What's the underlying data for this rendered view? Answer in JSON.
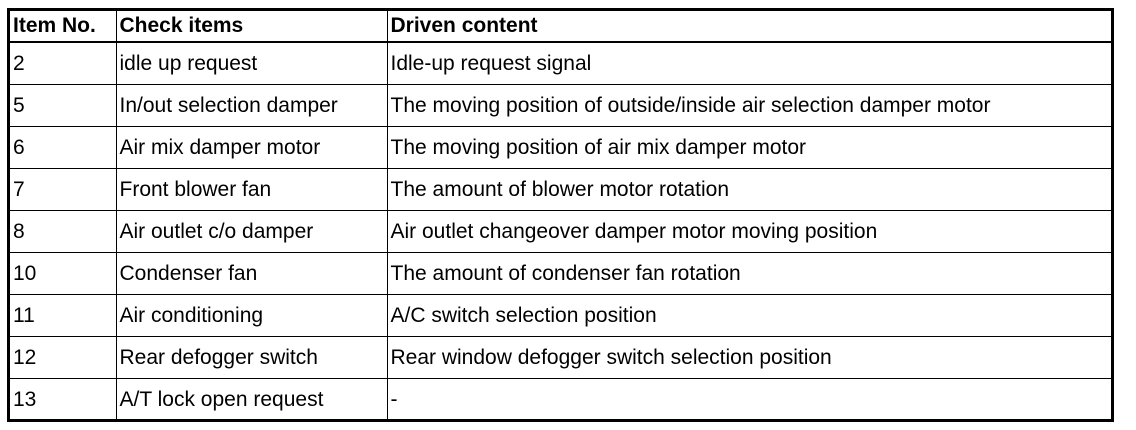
{
  "table": {
    "headers": [
      "Item No.",
      "Check items",
      "Driven content"
    ],
    "rows": [
      [
        "2",
        "idle up request",
        "Idle-up request signal"
      ],
      [
        "5",
        "In/out selection damper",
        "The moving position of outside/inside air selection damper motor"
      ],
      [
        "6",
        "Air mix damper motor",
        "The moving position of air mix damper motor"
      ],
      [
        "7",
        "Front blower fan",
        "The amount of blower motor rotation"
      ],
      [
        "8",
        "Air outlet c/o damper",
        "Air outlet changeover damper motor moving position"
      ],
      [
        "10",
        "Condenser fan",
        "The amount of condenser fan rotation"
      ],
      [
        "11",
        "Air conditioning",
        "A/C switch selection position"
      ],
      [
        "12",
        "Rear defogger switch",
        "Rear window defogger switch selection position"
      ],
      [
        "13",
        "A/T lock open request",
        "-"
      ]
    ]
  }
}
